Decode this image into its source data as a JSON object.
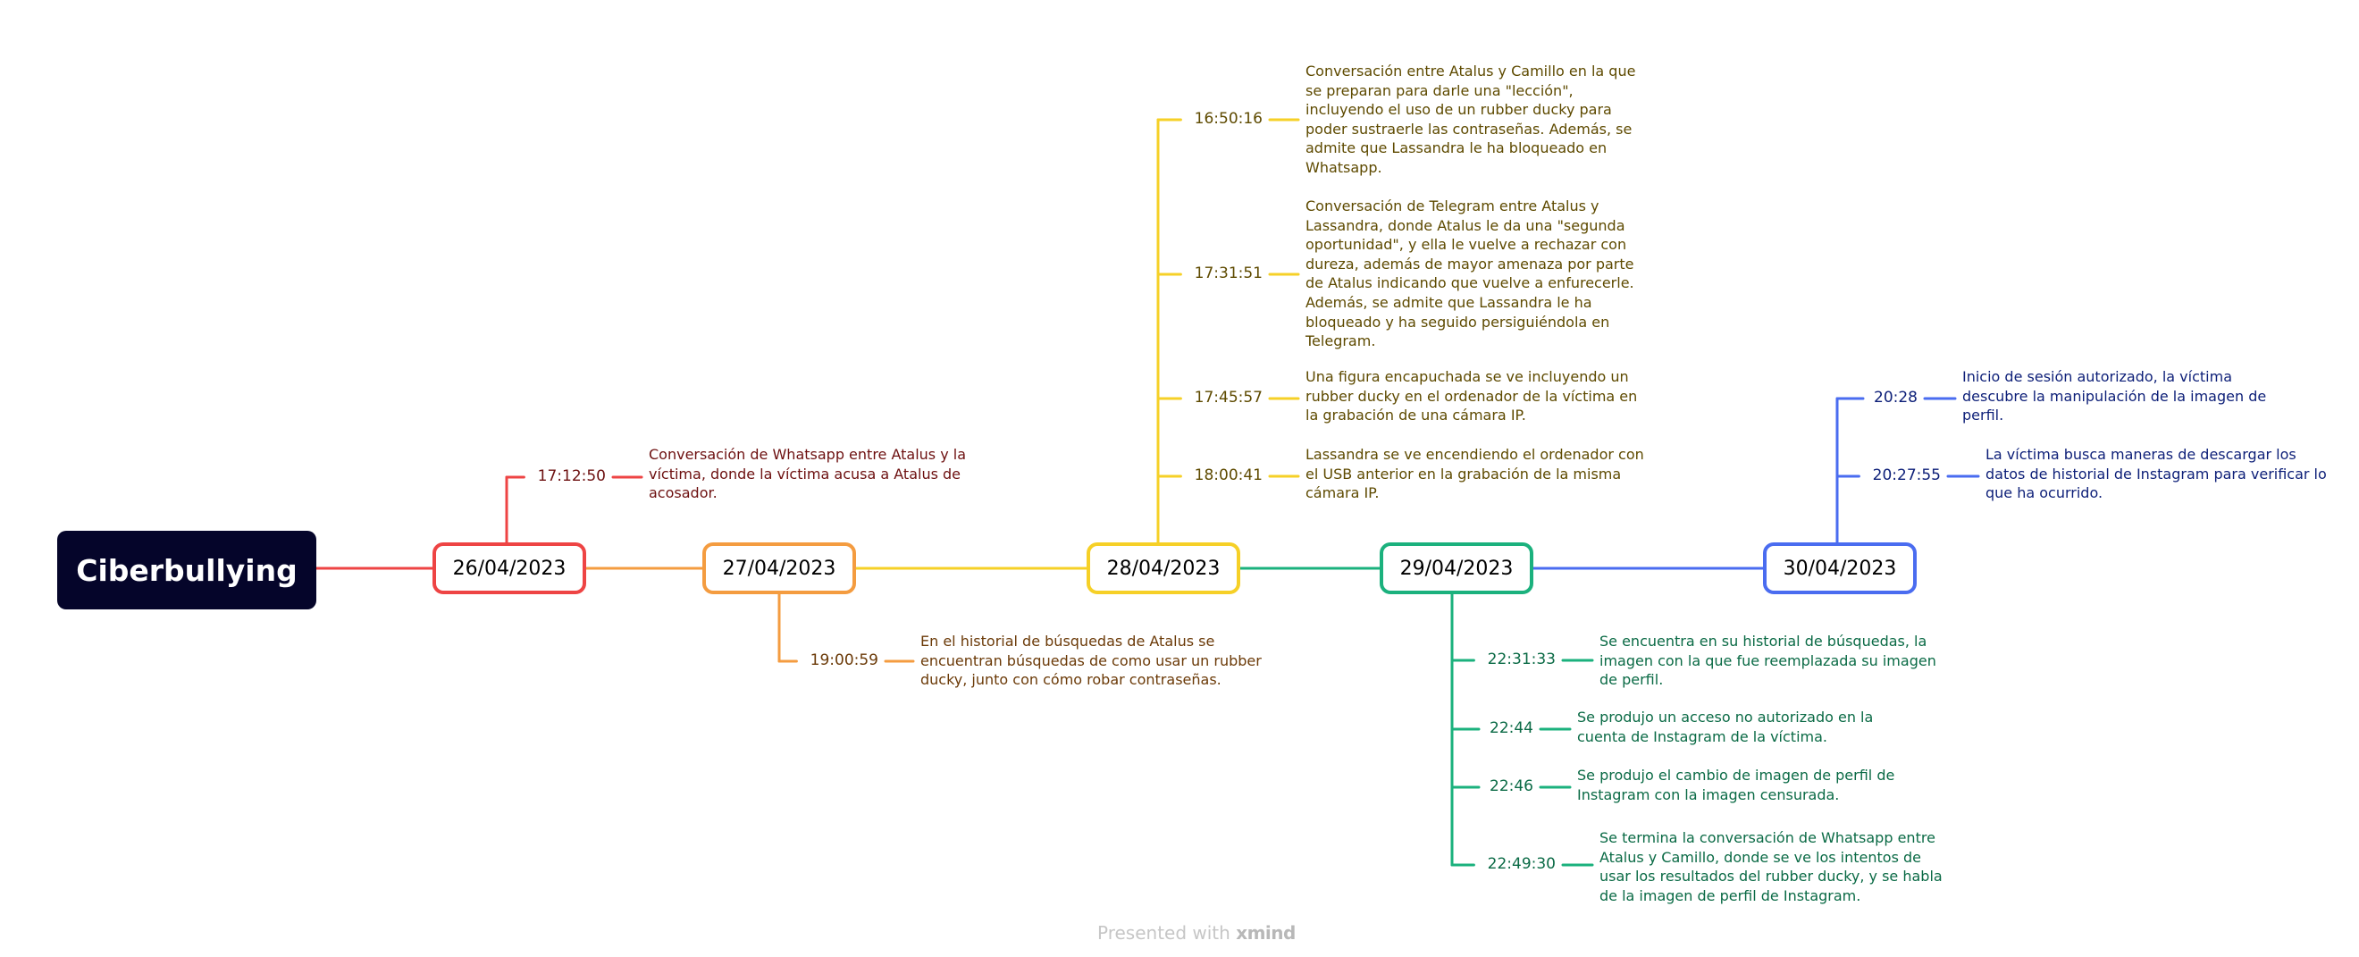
{
  "root": {
    "title": "Ciberbullying"
  },
  "dates": [
    {
      "label": "26/04/2023",
      "color": "#ee4444",
      "text_color": "#6d1010",
      "events": [
        {
          "time": "17:12:50",
          "text": "Conversación de Whatsapp entre Atalus y la víctima, donde la víctima acusa a Atalus de acosador."
        }
      ]
    },
    {
      "label": "27/04/2023",
      "color": "#f49c40",
      "text_color": "#6b3a08",
      "events": [
        {
          "time": "19:00:59",
          "text": "En el historial de búsquedas de Atalus se encuentran búsquedas de como usar un rubber ducky, junto con cómo robar contraseñas."
        }
      ]
    },
    {
      "label": "28/04/2023",
      "color": "#f6d027",
      "text_color": "#5e4a00",
      "events": [
        {
          "time": "16:50:16",
          "text": "Conversación entre Atalus y Camillo en la que se preparan para darle una \"lección\", incluyendo el uso de un rubber ducky para poder sustraerle las contraseñas. Además, se admite que Lassandra le ha bloqueado en Whatsapp."
        },
        {
          "time": "17:31:51",
          "text": "Conversación de Telegram entre Atalus y Lassandra, donde Atalus le da una \"segunda oportunidad\", y ella le vuelve a rechazar con dureza, además de mayor amenaza por parte de Atalus indicando que vuelve a enfurecerle. Además, se admite que Lassandra le ha bloqueado y ha seguido persiguiéndola en Telegram."
        },
        {
          "time": "17:45:57",
          "text": "Una figura encapuchada se ve incluyendo un rubber ducky en el ordenador de la víctima en la grabación de una cámara IP."
        },
        {
          "time": "18:00:41",
          "text": "Lassandra se ve encendiendo el ordenador con el USB anterior en la grabación de la misma cámara IP."
        }
      ]
    },
    {
      "label": "29/04/2023",
      "color": "#1bb17d",
      "text_color": "#0a6a45",
      "events": [
        {
          "time": "22:31:33",
          "text": "Se encuentra en su historial de búsquedas, la imagen con la que fue reemplazada su imagen de perfil."
        },
        {
          "time": "22:44",
          "text": "Se produjo un acceso no autorizado en la cuenta de Instagram de la víctima."
        },
        {
          "time": "22:46",
          "text": "Se produjo el cambio de imagen de perfil de Instagram con la imagen censurada."
        },
        {
          "time": "22:49:30",
          "text": "Se termina la conversación de Whatsapp entre Atalus y Camillo, donde se ve los intentos de usar los resultados del rubber ducky, y se habla de la imagen de perfil de Instagram."
        }
      ]
    },
    {
      "label": "30/04/2023",
      "color": "#4a6cf0",
      "text_color": "#0d1f78",
      "events": [
        {
          "time": "20:28",
          "text": "Inicio de sesión autorizado, la víctima descubre la manipulación de la imagen de perfil."
        },
        {
          "time": "20:27:55",
          "text": "La víctima busca maneras de descargar los datos de historial de Instagram para verificar lo que ha ocurrido."
        }
      ]
    }
  ],
  "footer": {
    "prefix": "Presented with",
    "brand": "xmind"
  }
}
